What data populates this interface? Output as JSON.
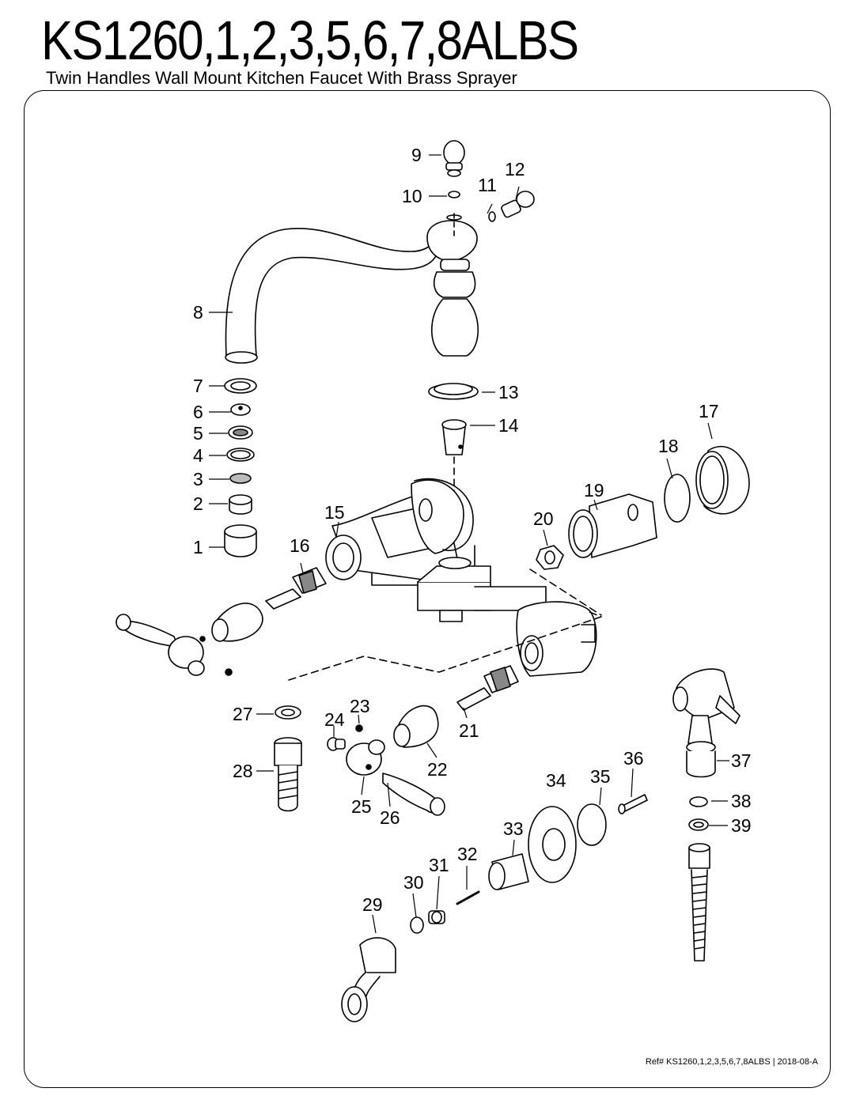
{
  "header": {
    "model": "KS1260,1,2,3,5,6,7,8ALBS",
    "description": "Twin Handles Wall Mount  Kitchen Faucet With Brass Sprayer"
  },
  "parts": [
    "1",
    "2",
    "3",
    "4",
    "5",
    "6",
    "7",
    "8",
    "9",
    "10",
    "11",
    "12",
    "13",
    "14",
    "15",
    "16",
    "17",
    "18",
    "19",
    "20",
    "21",
    "22",
    "23",
    "24",
    "25",
    "26",
    "27",
    "28",
    "29",
    "30",
    "31",
    "32",
    "33",
    "34",
    "35",
    "36",
    "37",
    "38",
    "39"
  ],
  "footer": {
    "reference": "Ref# KS1260,1,2,3,5,6,7,8ALBS | 2018-08-A"
  }
}
